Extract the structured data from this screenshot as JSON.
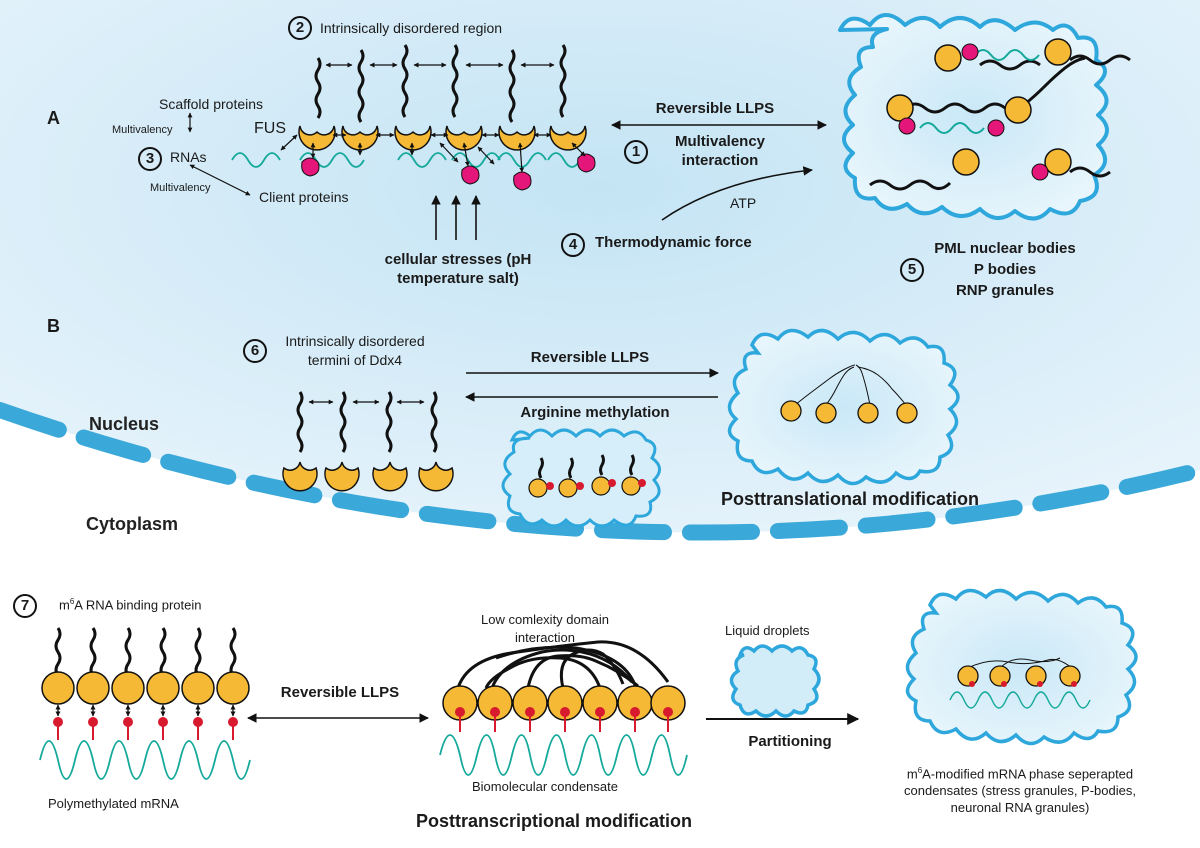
{
  "panels": {
    "a": "A",
    "b": "B"
  },
  "colors": {
    "condensate": "#2ea7dc",
    "protein": "#f5b935",
    "client": "#e5167a",
    "rna": "#14a99a",
    "mark": "#d81a2f",
    "nucleus_fill": "#d3ebf7",
    "membrane": "#3aa8d8"
  },
  "section_a": {
    "step2": {
      "num": "2",
      "label": "Intrinsically disordered region"
    },
    "step3": {
      "num": "3",
      "rnas": "RNAs"
    },
    "scaffold": "Scaffold proteins",
    "client_proteins": "Client proteins",
    "fus": "FUS",
    "multivalency": "Multivalency",
    "stresses": [
      "cellular stresses (pH",
      "temperature salt)"
    ],
    "step1": {
      "num": "1",
      "reversible": "Reversible LLPS",
      "interaction": [
        "Multivalency",
        "interaction"
      ]
    },
    "atp": "ATP",
    "step4": {
      "num": "4",
      "label": "Thermodynamic force"
    },
    "step5": {
      "num": "5",
      "lines": [
        "PML nuclear bodies",
        "P bodies",
        "RNP granules"
      ]
    }
  },
  "section_b": {
    "step6": {
      "num": "6",
      "label": [
        "Intrinsically disordered",
        "termini of Ddx4"
      ]
    },
    "reversible": "Reversible LLPS",
    "arginine": "Arginine methylation",
    "nucleus": "Nucleus",
    "cytoplasm": "Cytoplasm",
    "ptm": "Posttranslational modification"
  },
  "section_c": {
    "step7": {
      "num": "7"
    },
    "m6a_binding": {
      "base": "m",
      "sup": "6",
      "rest": "A RNA binding protein"
    },
    "reversible": "Reversible LLPS",
    "polymethylated": "Polymethylated mRNA",
    "lcd": [
      "Low comlexity domain",
      "interaction"
    ],
    "biomolecular": "Biomolecular condensate",
    "liquid_droplets": "Liquid droplets",
    "partitioning": "Partitioning",
    "m6a_mrna": {
      "base": "m",
      "sup": "6",
      "rest": "A-modified mRNA  phase seperapted",
      "lines": [
        "condensates (stress granules, P-bodies,",
        "neuronal RNA granules)"
      ]
    },
    "ptrans": "Posttranscriptional modification"
  }
}
